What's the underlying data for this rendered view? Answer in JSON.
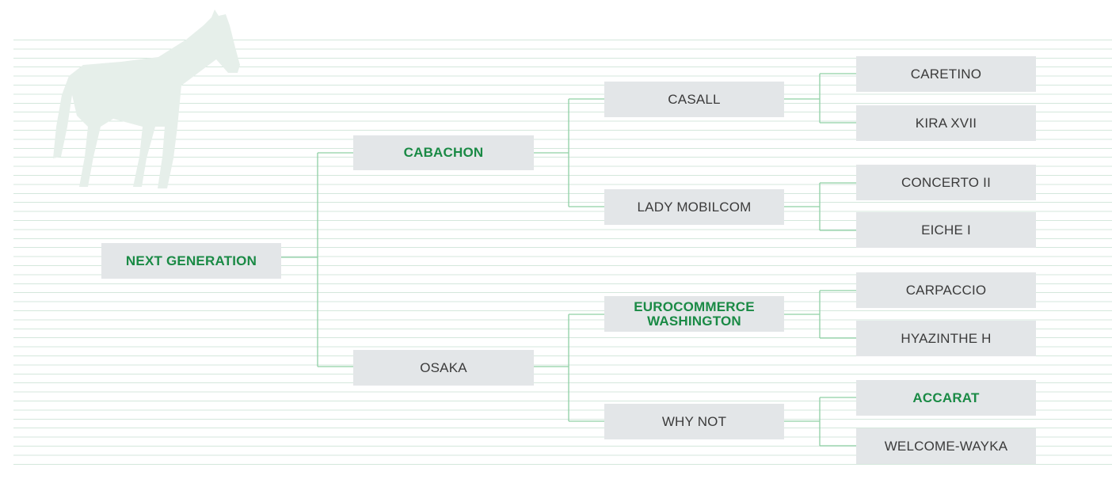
{
  "pedigree": {
    "subject": {
      "name": "NEXT GENERATION",
      "highlight": true
    },
    "sire": {
      "name": "CABACHON",
      "highlight": true
    },
    "dam": {
      "name": "OSAKA",
      "highlight": false
    },
    "sire_sire": {
      "name": "CASALL",
      "highlight": false
    },
    "sire_dam": {
      "name": "LADY MOBILCOM",
      "highlight": false
    },
    "dam_sire": {
      "name": "EUROCOMMERCE\nWASHINGTON",
      "highlight": true
    },
    "dam_dam": {
      "name": "WHY NOT",
      "highlight": false
    },
    "g3_1": {
      "name": "CARETINO",
      "highlight": false
    },
    "g3_2": {
      "name": "KIRA XVII",
      "highlight": false
    },
    "g3_3": {
      "name": "CONCERTO II",
      "highlight": false
    },
    "g3_4": {
      "name": "EICHE I",
      "highlight": false
    },
    "g3_5": {
      "name": "CARPACCIO",
      "highlight": false
    },
    "g3_6": {
      "name": "HYAZINTHE H",
      "highlight": false
    },
    "g3_7": {
      "name": "ACCARAT",
      "highlight": true
    },
    "g3_8": {
      "name": "WELCOME-WAYKA",
      "highlight": false
    }
  },
  "colors": {
    "highlight_text": "#1a8a45",
    "text": "#3b3b3b",
    "box": "#e3e6e8",
    "connector": "#8fd0a5",
    "stripe": "#d4e7dc",
    "watermark": "#e6efea"
  },
  "watermark_icon": "horse-silhouette-icon"
}
